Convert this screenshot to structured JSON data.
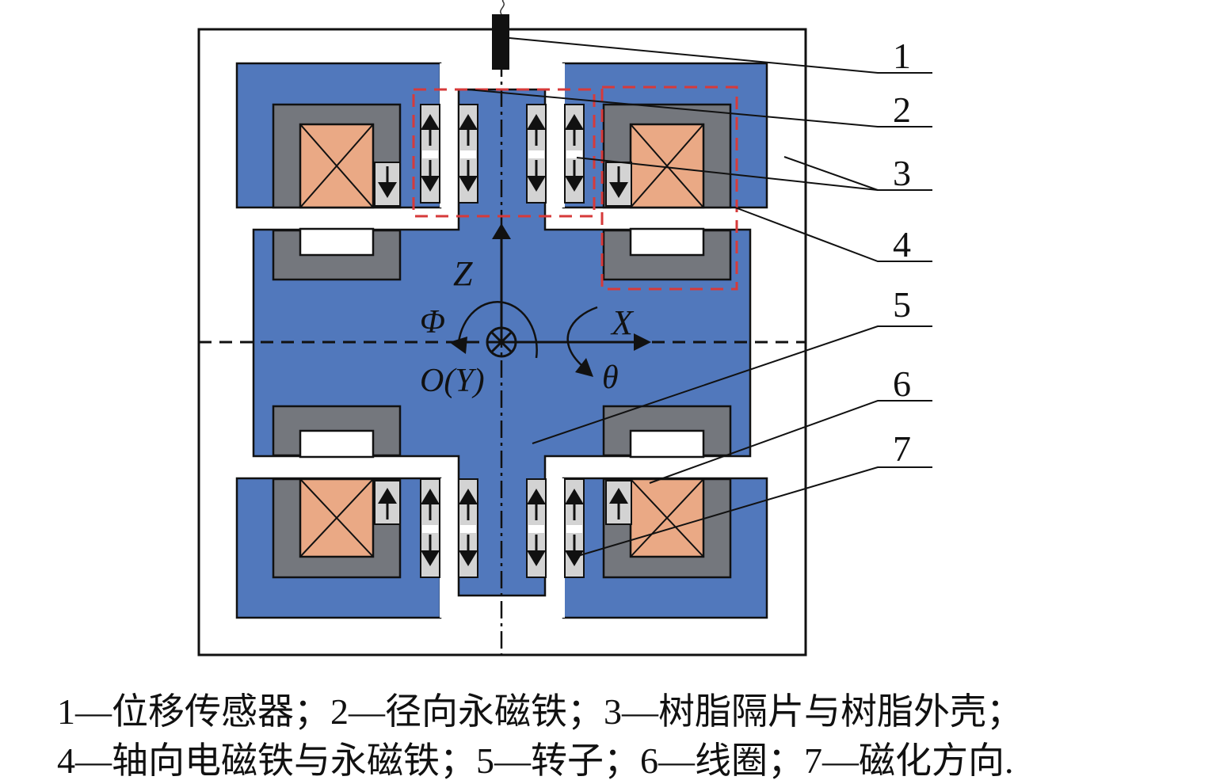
{
  "figure": {
    "colors": {
      "stator_blue": "#5178bc",
      "iron_gray": "#74777d",
      "coil_orange": "#eaa985",
      "magnet_light": "#d3d3d3",
      "outline": "#111111",
      "highlight_dashed": "#d63a3a",
      "background": "#ffffff"
    },
    "callouts": [
      {
        "id": "1",
        "label": "1"
      },
      {
        "id": "2",
        "label": "2"
      },
      {
        "id": "3",
        "label": "3"
      },
      {
        "id": "4",
        "label": "4"
      },
      {
        "id": "5",
        "label": "5"
      },
      {
        "id": "6",
        "label": "6"
      },
      {
        "id": "7",
        "label": "7"
      }
    ],
    "axes": {
      "z_label": "Z",
      "x_label": "X",
      "phi_label": "Φ",
      "theta_label": "θ",
      "origin_label": "O(Y)"
    },
    "icons": {
      "coil": "coil-cross-icon",
      "into_page": "into-page-axis-icon",
      "magnetization": "magnetization-arrow-icon"
    }
  },
  "caption": {
    "line1": "1—位移传感器；2—径向永磁铁；3—树脂隔片与树脂外壳；",
    "line2": "4—轴向电磁铁与永磁铁；5—转子；6—线圈；7—磁化方向."
  }
}
